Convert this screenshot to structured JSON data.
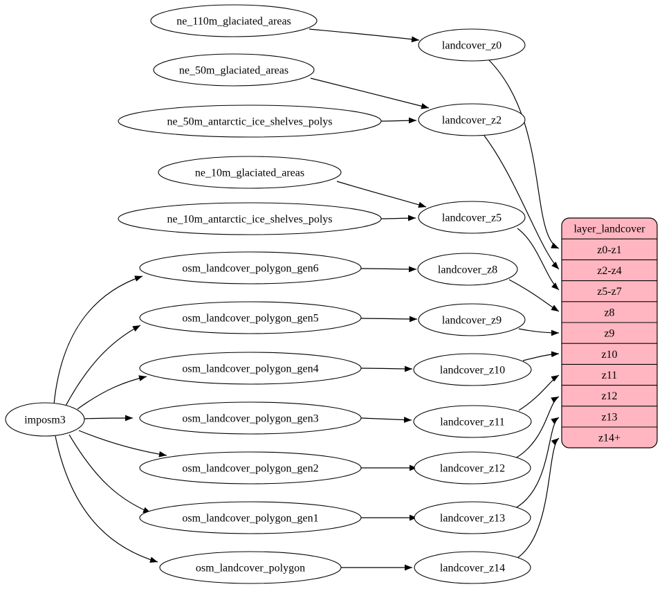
{
  "diagram_type": "etl-dependency-graph",
  "colors": {
    "background": "#ffffff",
    "node_fill": "#ffffff",
    "node_stroke": "#000000",
    "edge": "#000000",
    "layer_table_fill": "#ffb6c1"
  },
  "nodes": {
    "importer": "imposm3",
    "sources": [
      "ne_110m_glaciated_areas",
      "ne_50m_glaciated_areas",
      "ne_50m_antarctic_ice_shelves_polys",
      "ne_10m_glaciated_areas",
      "ne_10m_antarctic_ice_shelves_polys",
      "osm_landcover_polygon_gen6",
      "osm_landcover_polygon_gen5",
      "osm_landcover_polygon_gen4",
      "osm_landcover_polygon_gen3",
      "osm_landcover_polygon_gen2",
      "osm_landcover_polygon_gen1",
      "osm_landcover_polygon"
    ],
    "generated_tables": [
      "landcover_z0",
      "landcover_z2",
      "landcover_z5",
      "landcover_z8",
      "landcover_z9",
      "landcover_z10",
      "landcover_z11",
      "landcover_z12",
      "landcover_z13",
      "landcover_z14"
    ]
  },
  "layer_table": {
    "title": "layer_landcover",
    "fill": "#ffb6c1",
    "rows": [
      "z0-z1",
      "z2-z4",
      "z5-z7",
      "z8",
      "z9",
      "z10",
      "z11",
      "z12",
      "z13",
      "z14+"
    ]
  },
  "edges": [
    "imposm3 -> osm_landcover_polygon_gen6",
    "imposm3 -> osm_landcover_polygon_gen5",
    "imposm3 -> osm_landcover_polygon_gen4",
    "imposm3 -> osm_landcover_polygon_gen3",
    "imposm3 -> osm_landcover_polygon_gen2",
    "imposm3 -> osm_landcover_polygon_gen1",
    "imposm3 -> osm_landcover_polygon",
    "ne_110m_glaciated_areas -> landcover_z0",
    "ne_50m_glaciated_areas -> landcover_z2",
    "ne_50m_antarctic_ice_shelves_polys -> landcover_z2",
    "ne_10m_glaciated_areas -> landcover_z5",
    "ne_10m_antarctic_ice_shelves_polys -> landcover_z5",
    "osm_landcover_polygon_gen6 -> landcover_z8",
    "osm_landcover_polygon_gen5 -> landcover_z9",
    "osm_landcover_polygon_gen4 -> landcover_z10",
    "osm_landcover_polygon_gen3 -> landcover_z11",
    "osm_landcover_polygon_gen2 -> landcover_z12",
    "osm_landcover_polygon_gen1 -> landcover_z13",
    "osm_landcover_polygon -> landcover_z14",
    "landcover_z0 -> layer_landcover:z0-z1",
    "landcover_z2 -> layer_landcover:z2-z4",
    "landcover_z5 -> layer_landcover:z5-z7",
    "landcover_z8 -> layer_landcover:z8",
    "landcover_z9 -> layer_landcover:z9",
    "landcover_z10 -> layer_landcover:z10",
    "landcover_z11 -> layer_landcover:z11",
    "landcover_z12 -> layer_landcover:z12",
    "landcover_z13 -> layer_landcover:z13",
    "landcover_z14 -> layer_landcover:z14+"
  ]
}
